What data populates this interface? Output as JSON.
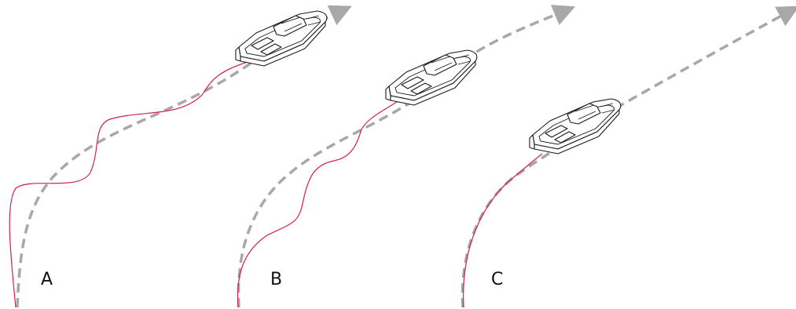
{
  "panels": [
    {
      "id": "A",
      "label": "A"
    },
    {
      "id": "B",
      "label": "B"
    },
    {
      "id": "C",
      "label": "C"
    }
  ],
  "colors": {
    "intended_course": "#a8a8a8",
    "actual_track": "#d81e4f",
    "boat_outline": "#1a1a1a"
  }
}
